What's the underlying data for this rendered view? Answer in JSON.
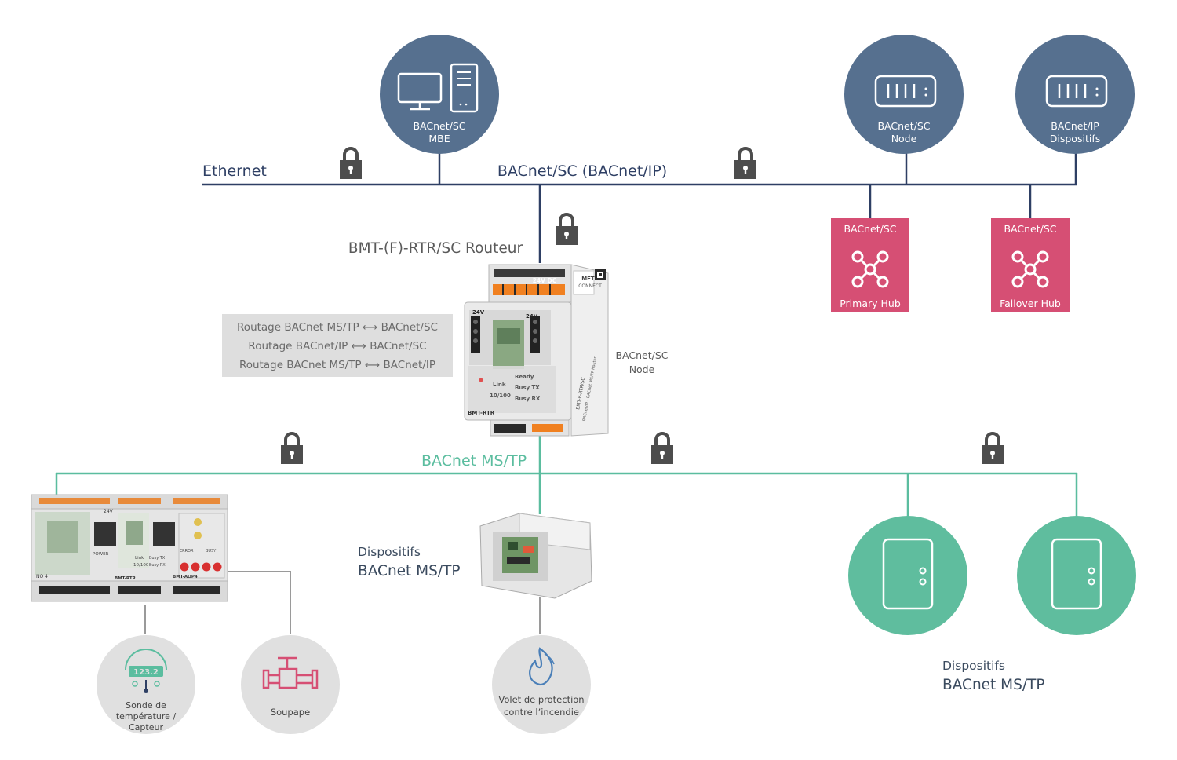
{
  "network": {
    "ethernet_label": "Ethernet",
    "sc_label": "BACnet/SC (BACnet/IP)",
    "mstp_label": "BACnet MS/TP"
  },
  "top_devices": {
    "mbe": {
      "line1": "BACnet/SC",
      "line2": "MBE",
      "icon": "workstation-icon"
    },
    "sc_node": {
      "line1": "BACnet/SC",
      "line2": "Node",
      "icon": "controller-icon"
    },
    "ip_devices": {
      "line1": "BACnet/IP",
      "line2": "Dispositifs",
      "icon": "controller-icon"
    }
  },
  "hubs": {
    "primary": {
      "title": "BACnet/SC",
      "label": "Primary Hub",
      "icon": "hub-icon"
    },
    "failover": {
      "title": "BACnet/SC",
      "label": "Failover Hub",
      "icon": "hub-icon"
    }
  },
  "router": {
    "title": "BMT-(F)-RTR/SC Routeur",
    "node_line1": "BACnet/SC",
    "node_line2": "Node",
    "routing": [
      "Routage BACnet MS/TP ⟷ BACnet/SC",
      "Routage BACnet/IP ⟷ BACnet/SC",
      "Routage BACnet MS/TP ⟷ BACnet/IP"
    ],
    "device_text": {
      "brand1": "METZ",
      "brand2": "CONNECT",
      "voltage": "24V",
      "top_voltage": "24V DC",
      "ready": "Ready",
      "link": "Link",
      "busy_tx": "Busy TX",
      "busy_rx": "Busy RX",
      "speed": "10/100",
      "model": "BMT-RTR",
      "side_model": "BMT-F-RTR/SC",
      "side_desc": "BACnet/IP - BACnet MS/TP Router"
    }
  },
  "mstp_devices_center": {
    "line1": "Dispositifs",
    "line2": "BACnet MS/TP"
  },
  "mstp_devices_right": {
    "line1": "Dispositifs",
    "line2": "BACnet MS/TP"
  },
  "module_rack": {
    "labels": [
      "NO 4",
      "BMT-RTR",
      "BMT-AOP4",
      "POWER",
      "Link",
      "Busy TX",
      "Busy RX",
      "10/100",
      "ERROR",
      "BUSY",
      "24V"
    ]
  },
  "sensors": {
    "temp": {
      "line1": "Sonde de",
      "line2": "température /",
      "line3": "Capteur",
      "display": "123.2",
      "icon": "thermometer-icon"
    },
    "valve": {
      "label": "Soupape",
      "icon": "valve-icon"
    },
    "fire": {
      "line1": "Volet de protection",
      "line2": "contre l’incendie",
      "icon": "flame-icon"
    }
  },
  "colors": {
    "network_line": "#2e3f64",
    "top_circle": "#56708f",
    "hub": "#d64f74",
    "mstp_line": "#5bbd9f",
    "mstp_circle": "#5fbd9e",
    "sensor_circle": "#e0e0e0",
    "lock": "#4d4d4d",
    "routing_box": "#dedede"
  }
}
